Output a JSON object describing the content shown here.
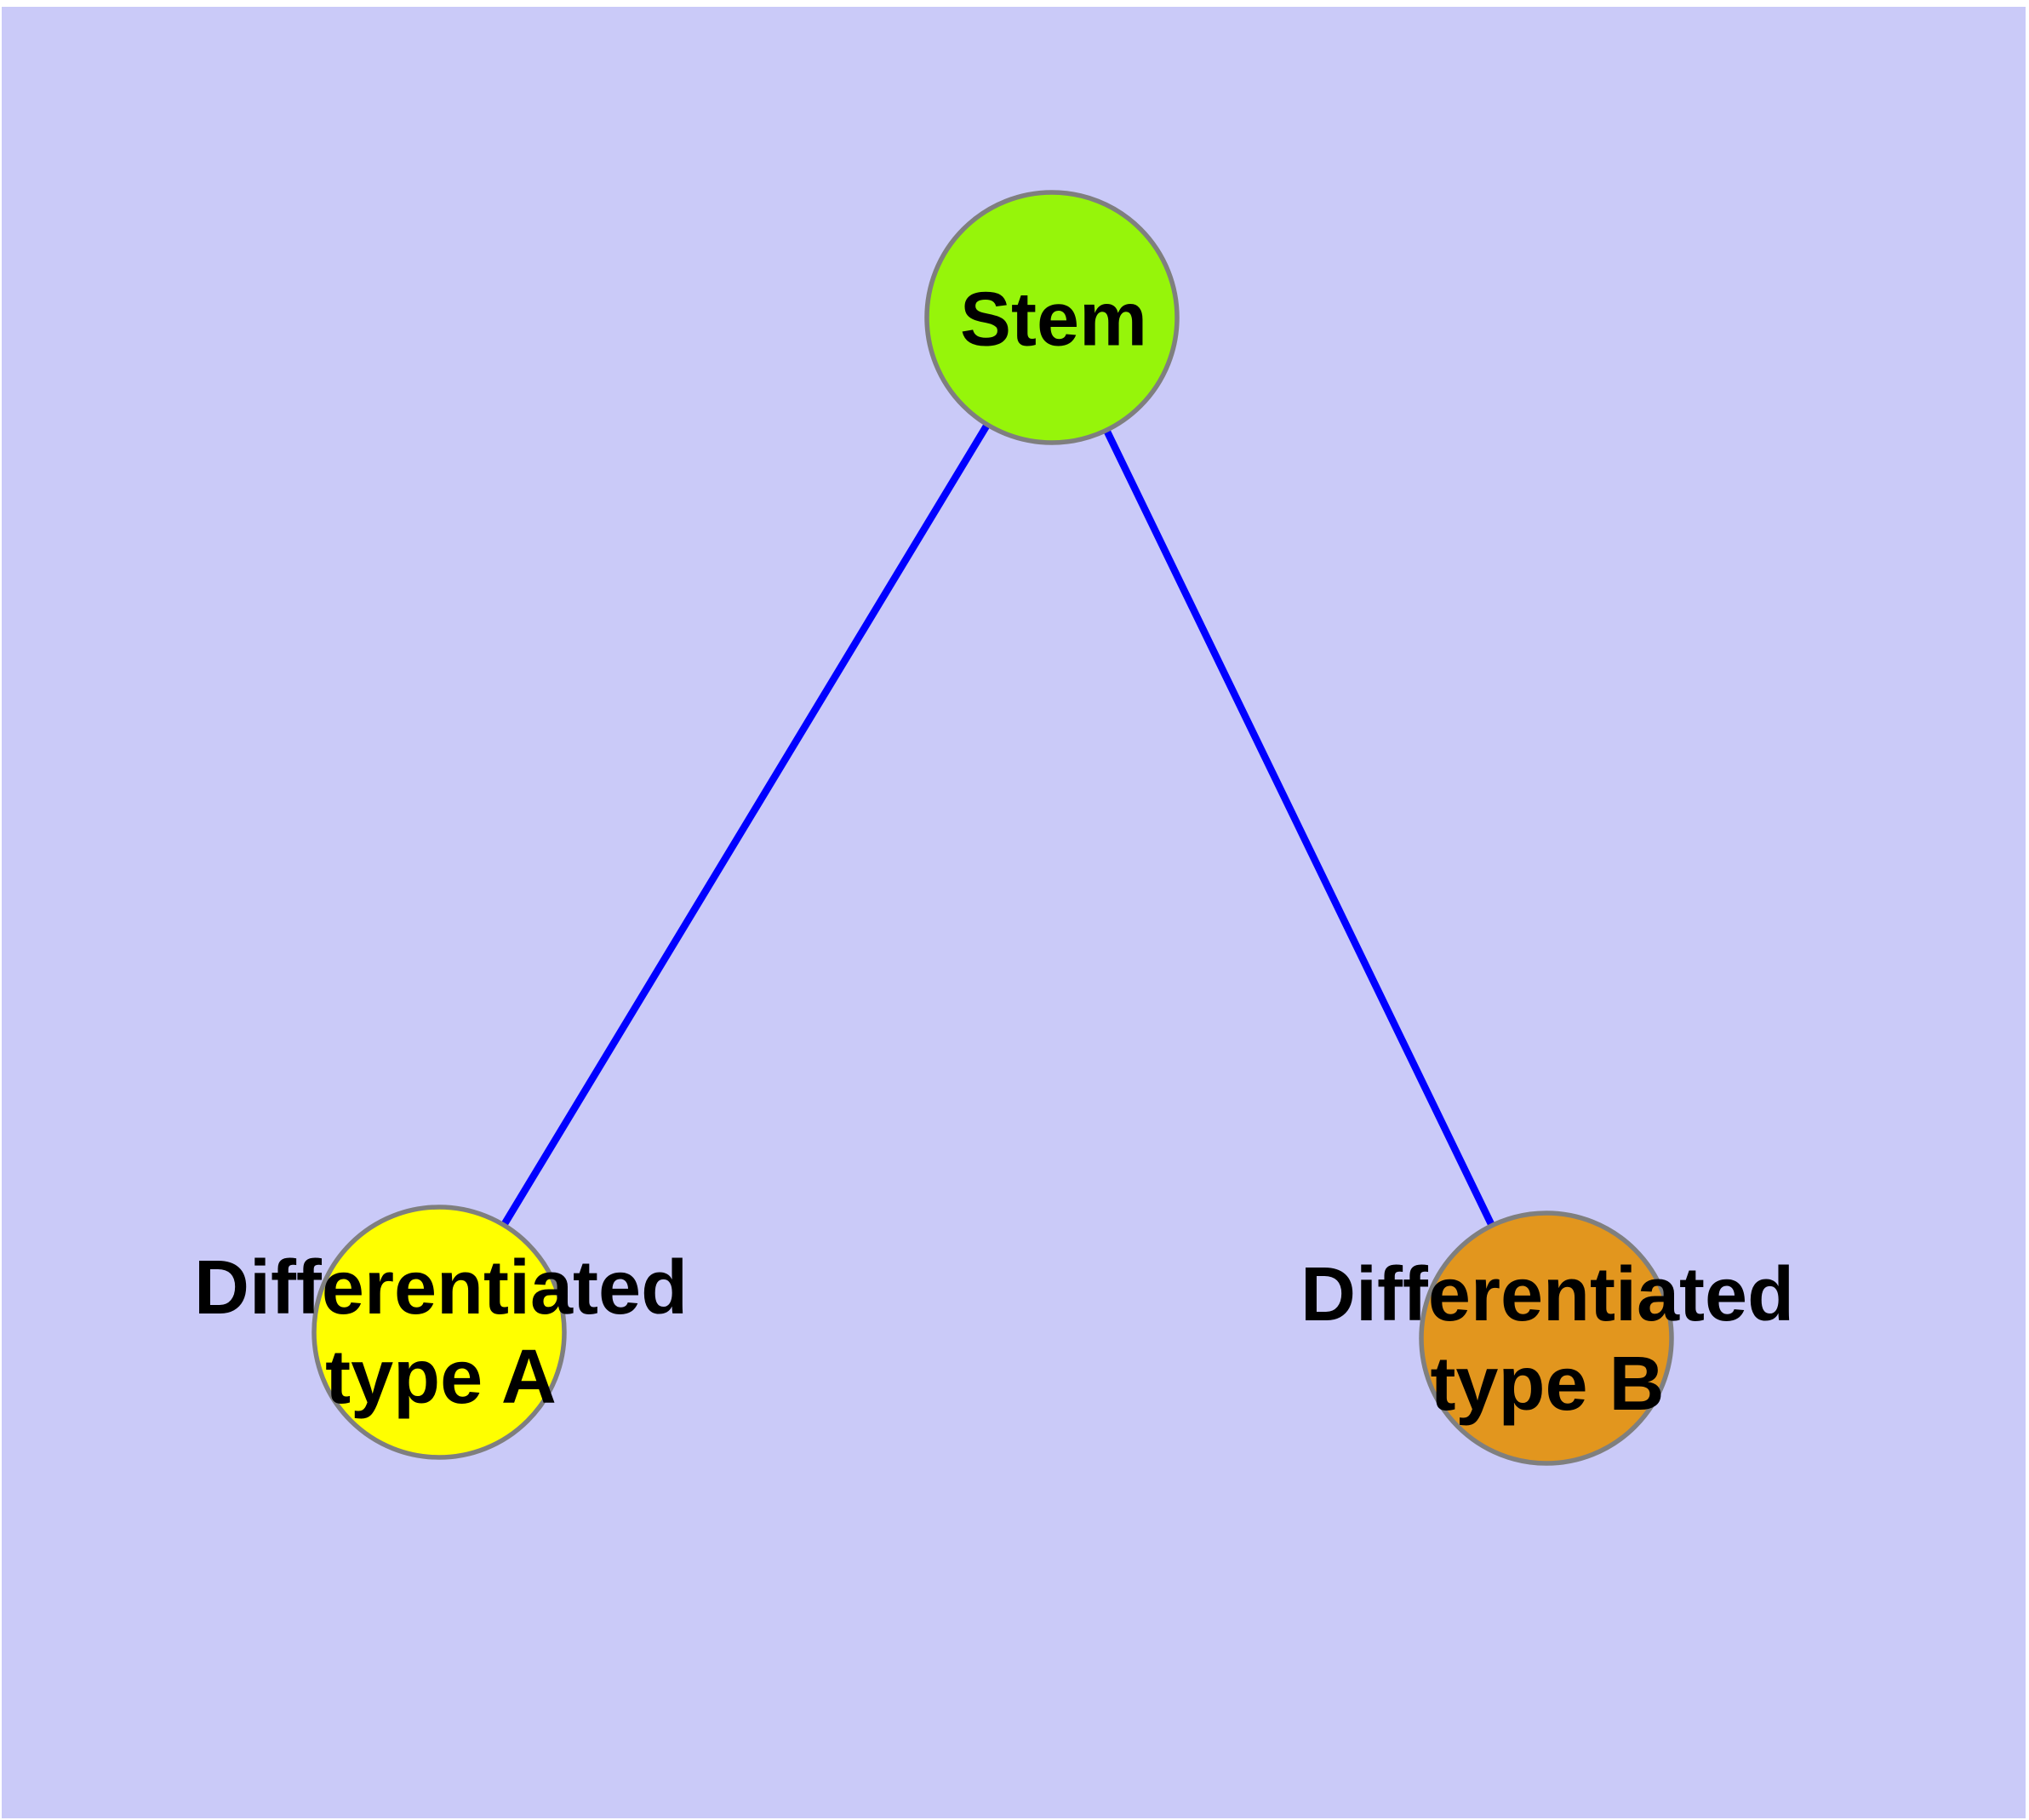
{
  "diagram": {
    "background_color": "#cacaf8",
    "edge_color": "#0000ff",
    "node_border_color": "#7f7f7f",
    "label_color": "#000000",
    "nodes": [
      {
        "id": "stem",
        "label": "Stem",
        "fill": "#96f50a"
      },
      {
        "id": "typeA",
        "label": "Differentiated\ntype A",
        "fill": "#ffff00"
      },
      {
        "id": "typeB",
        "label": "Differentiated\ntype B",
        "fill": "#e2961e"
      }
    ],
    "edges": [
      {
        "from": "Stem",
        "to": "Differentiated type A"
      },
      {
        "from": "Stem",
        "to": "Differentiated type B"
      }
    ]
  }
}
